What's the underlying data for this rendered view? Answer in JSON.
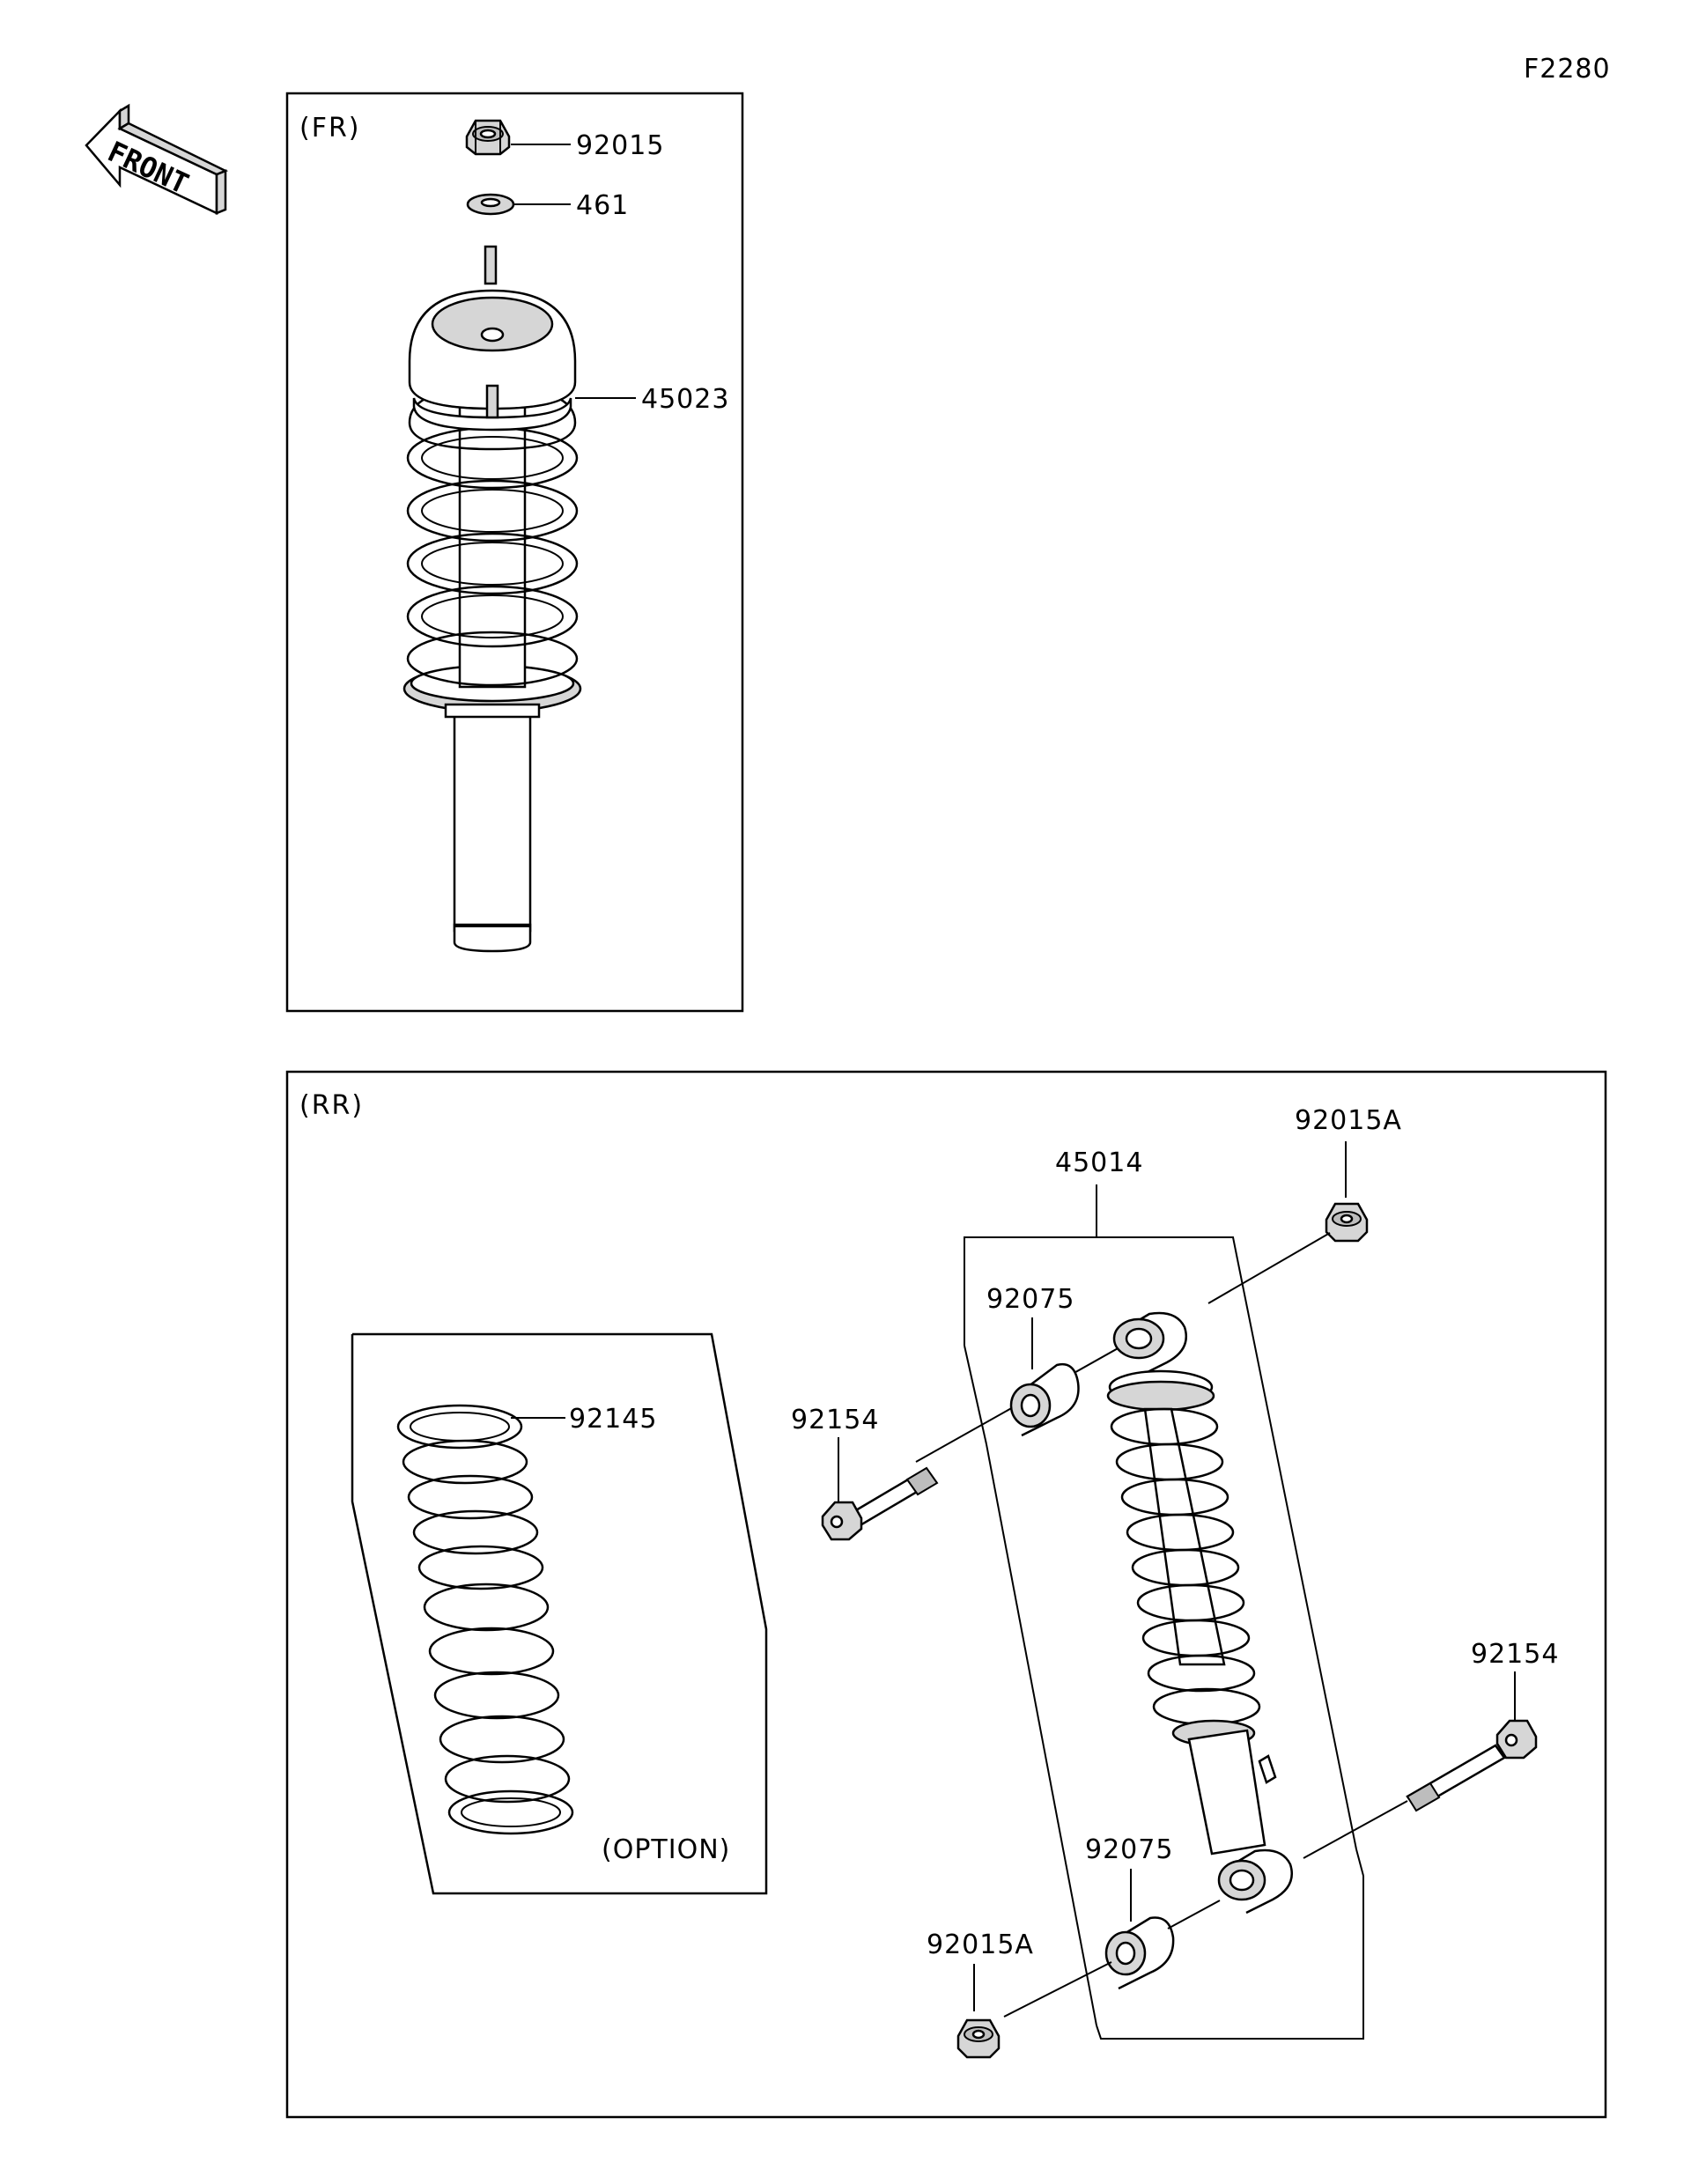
{
  "diagram_code": "F2280",
  "front_arrow": {
    "label": "FRONT"
  },
  "front_section": {
    "title": "(FR)",
    "parts": {
      "nut": "92015",
      "washer": "461",
      "shock_assembly": "45023"
    }
  },
  "rear_section": {
    "title": "(RR)",
    "parts": {
      "upper_nut": "92015A",
      "shock_assembly": "45014",
      "upper_collar": "92075",
      "upper_bolt": "92154",
      "option_spring": "92145",
      "lower_bolt": "92154",
      "lower_collar": "92075",
      "lower_nut": "92015A"
    },
    "option_label": "(OPTION)"
  }
}
